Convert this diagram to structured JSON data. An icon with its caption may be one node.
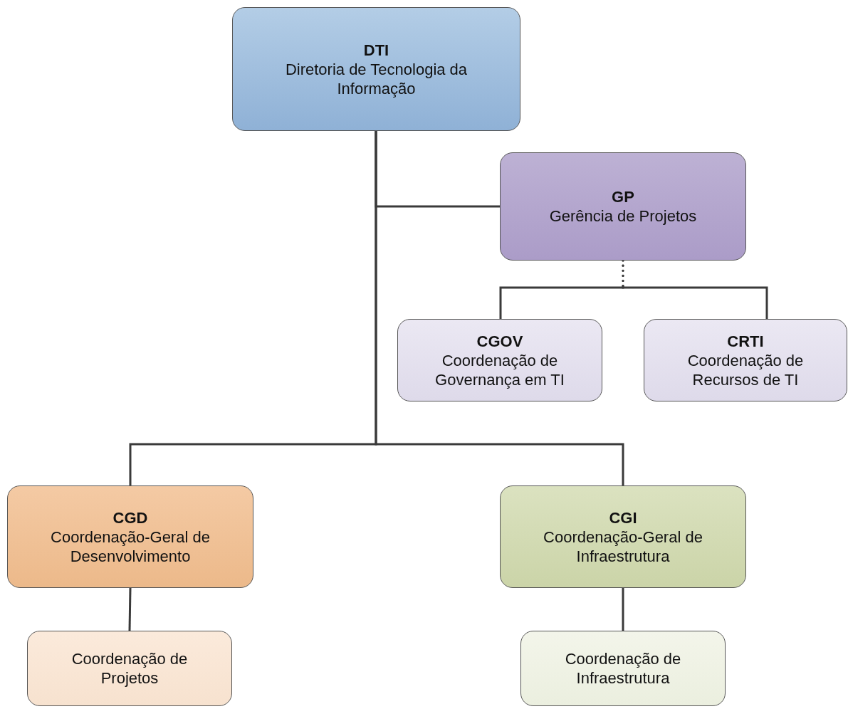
{
  "diagram": {
    "nodes": [
      {
        "text": [
          "DTI",
          "Diretoria de Tecnologia da Informação"
        ]
      },
      {
        "text": [
          "GP",
          "Gerência de Projetos"
        ]
      },
      {
        "text": [
          "CGOV",
          "Coordenação de Governança em TI"
        ]
      },
      {
        "text": [
          "CRTI",
          "Coordenação de Recursos de TI"
        ]
      },
      {
        "text": [
          "CGD",
          "Coordenação-Geral de Desenvolvimento"
        ]
      },
      {
        "text": [
          "CGI",
          "Coordenação-Geral de Infraestrutura"
        ]
      },
      {
        "text": [
          "Coordenação de Projetos"
        ]
      },
      {
        "text": [
          "Coordenação de Infraestrutura"
        ]
      }
    ],
    "edges": [
      {
        "from": 0,
        "to": 1,
        "arrow": "none"
      },
      {
        "from": 0,
        "to": 4,
        "arrow": "none"
      },
      {
        "from": 0,
        "to": 5,
        "arrow": "none"
      },
      {
        "from": 1,
        "to": 2,
        "arrow": "none",
        "style": "dashed"
      },
      {
        "from": 1,
        "to": 3,
        "arrow": "none",
        "style": "dashed"
      },
      {
        "from": 4,
        "to": 6,
        "arrow": "none"
      },
      {
        "from": 5,
        "to": 7,
        "arrow": "none"
      }
    ]
  }
}
